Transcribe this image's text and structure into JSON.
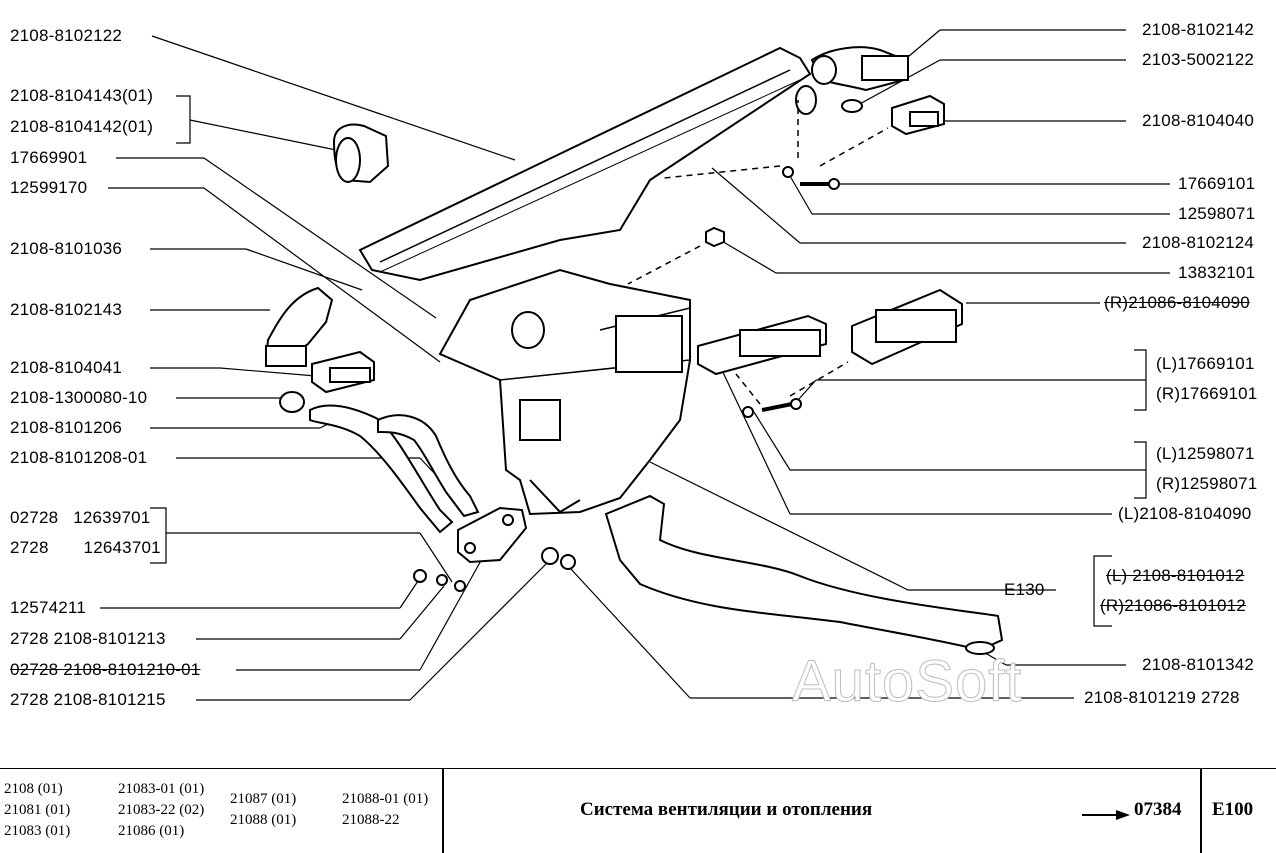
{
  "labels_left": [
    "2108-8102122",
    "2108-8104143(01)",
    "2108-8104142(01)",
    "17669901",
    "12599170",
    "2108-8101036",
    "2108-8102143",
    "2108-8104041",
    "2108-1300080-10",
    "2108-8101206",
    "2108-8101208-01",
    "02728 12639701",
    "2728 12643701",
    "12574211",
    "2728 2108-8101213",
    "02728 2108-8101210-01",
    "2728 2108-8101215"
  ],
  "labels_right": [
    "2108-8102142",
    "2103-5002122",
    "2108-8104040",
    "17669101",
    "12598071",
    "2108-8102124",
    "13832101",
    "(R)21086-8104090",
    "(L)17669101",
    "(R)17669101",
    "(L)12598071",
    "(R)12598071",
    "(L)2108-8104090",
    "E130",
    "(L) 2108-8101012",
    "(R)21086-8101012",
    "2108-8101342",
    "2108-8101219 2728"
  ],
  "watermark": "AutoSoft",
  "footer": {
    "models_col1": [
      "2108 (01)",
      "21081 (01)",
      "21083 (01)"
    ],
    "models_col2": [
      "21083-01 (01)",
      "21083-22 (02)",
      "21086 (01)"
    ],
    "models_col3": [
      "21087 (01)",
      "21088 (01)"
    ],
    "models_col4": [
      "21088-01 (01)",
      "21088-22"
    ],
    "title": "Система вентиляции и отопления",
    "page_number": "07384",
    "section_code": "E100"
  }
}
